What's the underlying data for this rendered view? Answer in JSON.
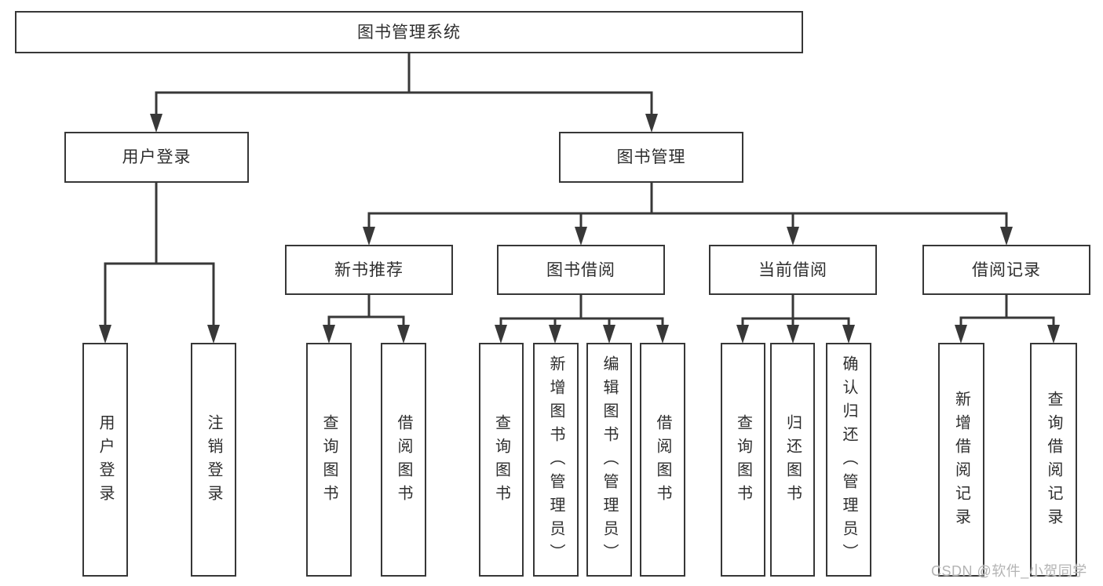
{
  "tree": {
    "root_label": "图书管理系统",
    "branches": [
      {
        "label": "用户登录",
        "leaves": [
          "用户登录",
          "注销登录"
        ]
      },
      {
        "label": "图书管理",
        "groups": [
          {
            "label": "新书推荐",
            "leaves": [
              "查询图书",
              "借阅图书"
            ]
          },
          {
            "label": "图书借阅",
            "leaves": [
              "查询图书",
              "新增图书（管理员）",
              "编辑图书（管理员）",
              "借阅图书"
            ]
          },
          {
            "label": "当前借阅",
            "leaves": [
              "查询图书",
              "归还图书",
              "确认归还（管理员）"
            ]
          },
          {
            "label": "借阅记录",
            "leaves": [
              "新增借阅记录",
              "查询借阅记录"
            ]
          }
        ]
      }
    ]
  },
  "watermark": {
    "text": "CSDN @软件_小贺同学"
  },
  "colors": {
    "line": "#383838",
    "box_border": "#373737",
    "text": "#2e2e2e",
    "watermark": "#b4b4b4",
    "background": "#ffffff"
  }
}
